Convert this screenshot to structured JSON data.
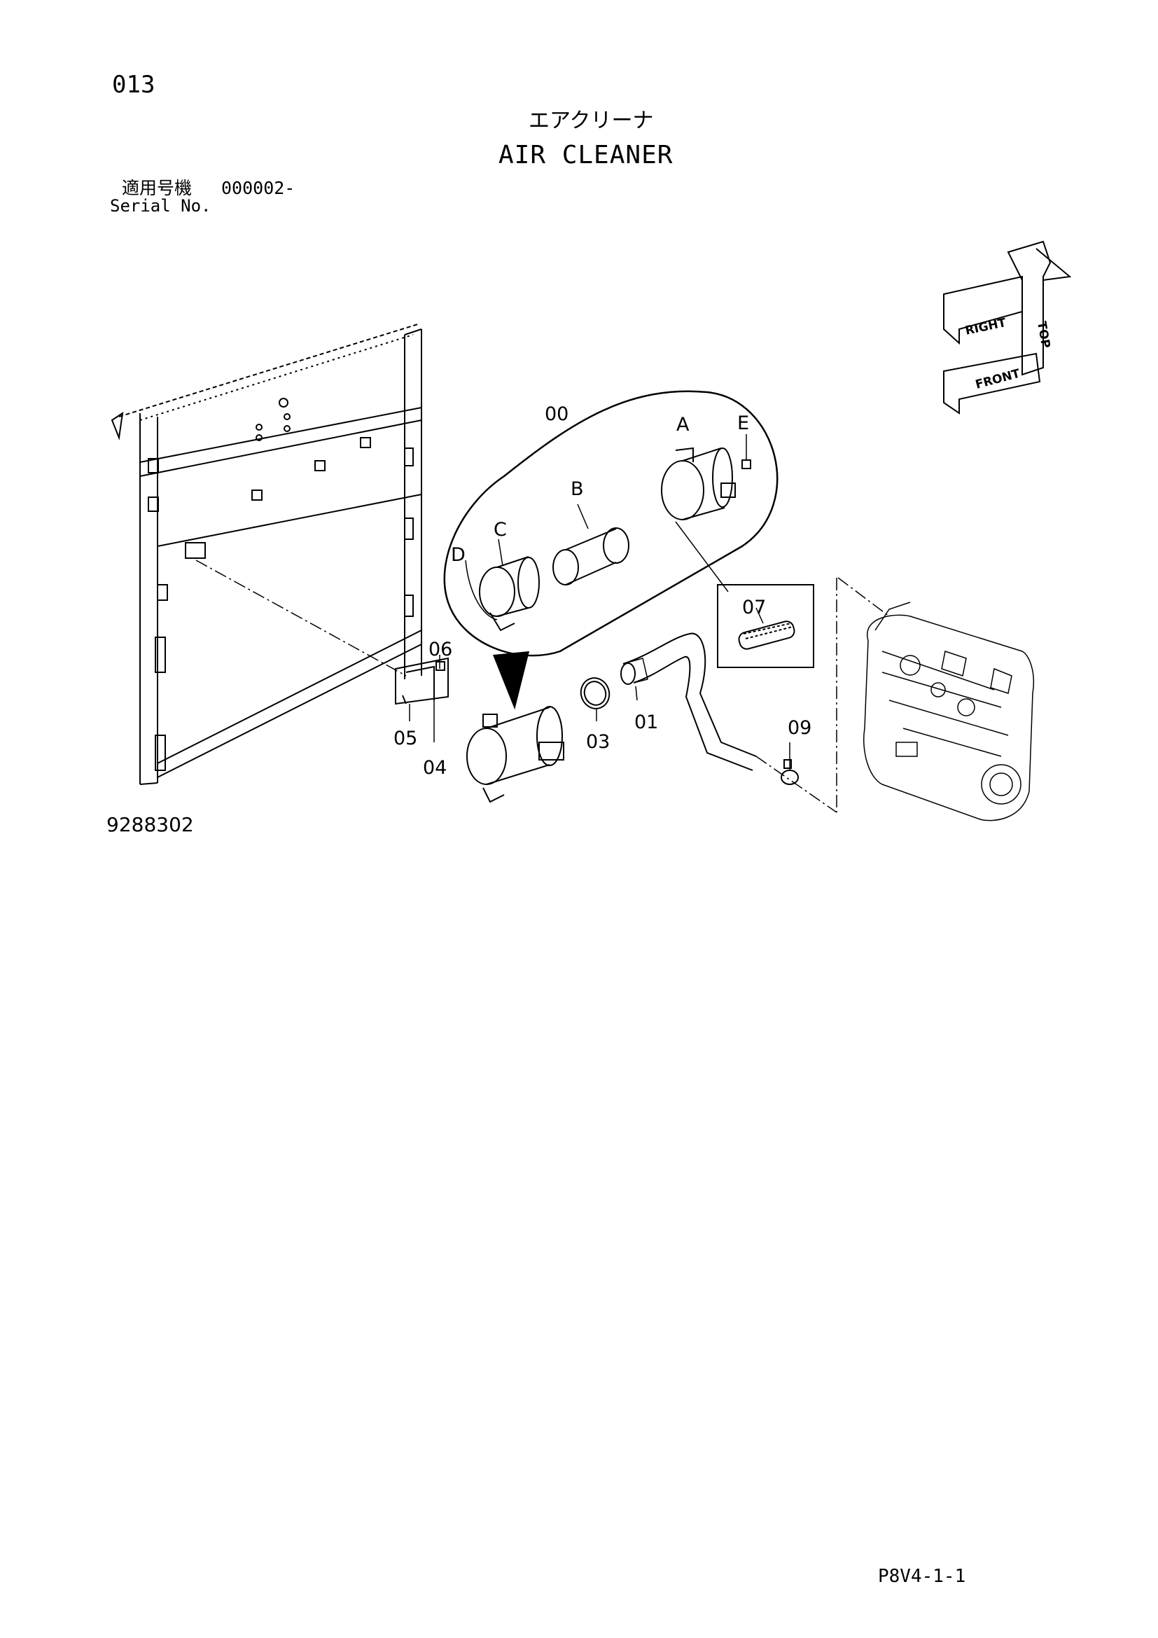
{
  "header": {
    "page_number": "013",
    "title_jp": "エアクリーナ",
    "title_en": "AIR CLEANER",
    "serial_label_jp": "適用号機",
    "serial_value": "000002-",
    "serial_label_en": "Serial No."
  },
  "callouts": {
    "assembly": "00",
    "part_a": "A",
    "part_b": "B",
    "part_c": "C",
    "part_d": "D",
    "part_e": "E",
    "hose": "01",
    "clamp": "03",
    "bracket": "04",
    "bolt": "05",
    "washer": "06",
    "element": "07",
    "band": "09"
  },
  "orientation_indicator": {
    "top": "TOP",
    "right": "RIGHT",
    "front": "FRONT"
  },
  "drawing_number": "9288302",
  "footer_code": "P8V4-1-1"
}
